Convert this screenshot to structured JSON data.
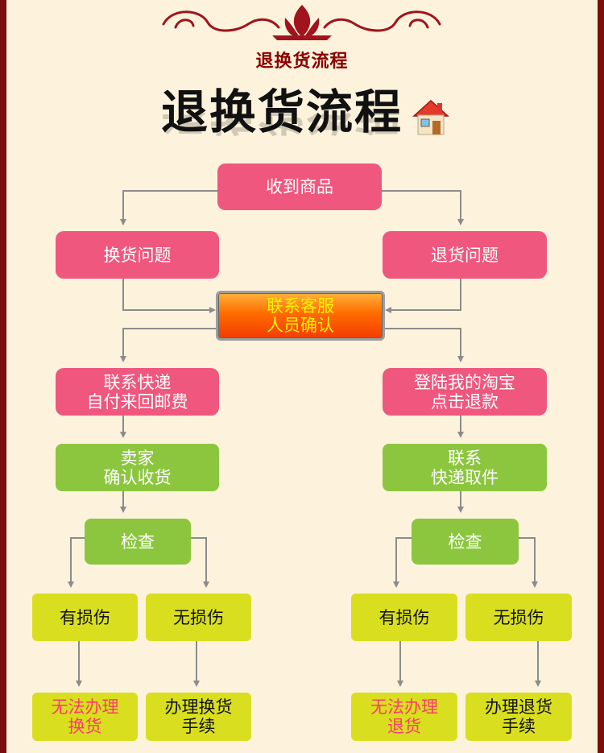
{
  "header": {
    "small_title": "退换货流程",
    "big_title": "退换货流程",
    "icons": [
      "ornament-flourish",
      "house-icon"
    ]
  },
  "flow": {
    "receive": "收到商品",
    "exchange_issue": "换货问题",
    "return_issue": "退货问题",
    "contact_service": "联系客服\n人员确认",
    "exchange": {
      "contact_express": "联系快递\n自付来回邮费",
      "seller_confirm": "卖家\n确认收货",
      "check": "检查",
      "damaged": "有损伤",
      "undamaged": "无损伤",
      "cannot": "无法办理\n换货",
      "do": "办理换货\n手续"
    },
    "return": {
      "login_refund": "登陆我的淘宝\n点击退款",
      "contact_pickup": "联系\n快递取件",
      "check": "检查",
      "damaged": "有损伤",
      "undamaged": "无损伤",
      "cannot": "无法办理\n退货",
      "do": "办理退货\n手续"
    }
  },
  "colors": {
    "frame": "#7a0d0d",
    "background": "#fdf3dc",
    "pink": "#f0577e",
    "orange": "#ff6b00",
    "green": "#8cc63f",
    "yellow": "#d9df1f",
    "arrow": "#8c8c8c"
  }
}
